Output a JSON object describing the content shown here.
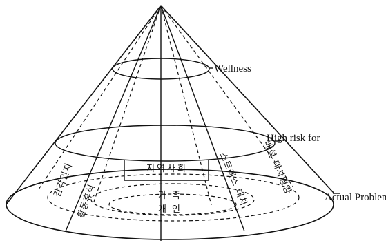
{
  "levels": {
    "wellness": "Wellness",
    "high_risk": "High risk for",
    "actual_problem": "Actual Problem"
  },
  "rings": {
    "community": "지역사회",
    "family": "가족",
    "individual": "개인"
  },
  "dimensions": {
    "sensory_cognition": "감각인지",
    "activity_exercise": "활동휴식",
    "stress_coping": "스트레스 대처",
    "nutrition_metabolism": "배설 대사영양"
  }
}
